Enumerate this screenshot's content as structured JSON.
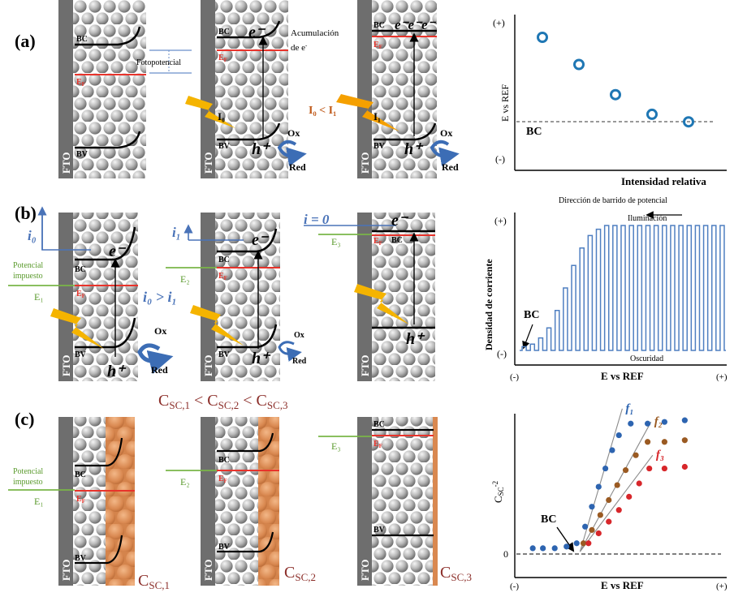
{
  "colors": {
    "fto": "#6e6e6e",
    "ball": "#b5b5b5",
    "ball_light": "#f2f2f2",
    "ball_dark": "#6a6a6a",
    "fermi": "#e8332b",
    "potential": "#7ab648",
    "current": "#4a73b8",
    "dot_blue": "#2d64b0",
    "dot_brown": "#9a5a22",
    "dot_red": "#d7262a",
    "electrolyte": "#d88a4e",
    "capacitance_text": "#8b2d28",
    "scatter_marker": "#1f77b4",
    "arrow": "#3c6db5",
    "flash": "#f5b400"
  },
  "panel_a": {
    "label": "(a)",
    "fto": "FTO",
    "bc": "BC",
    "bv": "BV",
    "ef": "E",
    "ef_sub": "F",
    "photopotential": "Fotopotencial",
    "accumulation_1": "Acumulación",
    "accumulation_2": "de e",
    "intensity_relation": "I₀ < I₁",
    "i0": "I₀",
    "i1": "I₁",
    "electron": "e⁻",
    "electrons": "e⁻e⁻e⁻",
    "hole": "h⁺",
    "ox": "Ox",
    "red": "Red"
  },
  "panel_b": {
    "label": "(b)",
    "i0_label": "i₀",
    "i1_label": "i₁",
    "i_zero": "i = 0",
    "potential_imposed_1": "Potencial",
    "potential_imposed_2": "impuesto",
    "e1": "E₁",
    "e2": "E₂",
    "e3": "E₃",
    "i_relation": "i₀ > i₁",
    "ox": "Ox",
    "red": "Red",
    "hole": "h⁺",
    "electron": "e⁻",
    "bc": "BC",
    "bv": "BV",
    "fto": "FTO"
  },
  "panel_c": {
    "label": "(c)",
    "capacitance_relation": "C<tspan>SC,1</tspan> < C<tspan>SC,2</tspan> < C<tspan>SC,3</tspan>",
    "csc_relation_text": "CSC,1 < CSC,2 < CSC,3",
    "csc1": "C",
    "csc1_sub": "SC,1",
    "csc2": "C",
    "csc2_sub": "SC,2",
    "csc3": "C",
    "csc3_sub": "SC,3",
    "potential_imposed_1": "Potencial",
    "potential_imposed_2": "impuesto",
    "e1": "E₁",
    "e2": "E₂",
    "e3": "E₃",
    "bc": "BC",
    "bv": "BV",
    "fto": "FTO"
  },
  "chart_data": [
    {
      "type": "scatter",
      "ylabel": "E vs REF",
      "xlabel": "Intensidad relativa",
      "ytick_top": "(+)",
      "ytick_bottom": "(-)",
      "bc_label": "BC",
      "points": [
        {
          "x": 1,
          "y": 0.82
        },
        {
          "x": 2,
          "y": 0.64
        },
        {
          "x": 3,
          "y": 0.44
        },
        {
          "x": 4,
          "y": 0.31
        },
        {
          "x": 5,
          "y": 0.26
        }
      ],
      "bc_level": 0.24
    },
    {
      "type": "line",
      "ylabel": "Densidad de corriente",
      "xlabel": "E vs REF",
      "xtick_left": "(-)",
      "xtick_right": "(+)",
      "ytick_top": "(+)",
      "ytick_bottom": "(-)",
      "title": "Dirección de barrido de potencial",
      "illumination": "Iluminación",
      "darkness": "Oscuridad",
      "bc_label": "BC",
      "pulse_count": 25,
      "envelope": [
        0.03,
        0.05,
        0.1,
        0.18,
        0.32,
        0.5,
        0.68,
        0.82,
        0.92,
        0.97,
        1,
        1,
        1,
        1,
        1,
        1,
        1,
        1,
        1,
        1,
        1,
        1,
        1,
        1,
        1
      ]
    },
    {
      "type": "scatter",
      "ylabel": "Csc⁻²",
      "xlabel": "E vs REF",
      "xtick_left": "(-)",
      "xtick_right": "(+)",
      "zero_label": "0",
      "bc_label": "BC",
      "series": [
        {
          "name": "f1",
          "color": "dot_blue",
          "x": [
            0.02,
            0.08,
            0.15,
            0.22,
            0.28,
            0.33,
            0.37,
            0.41,
            0.45,
            0.49,
            0.53,
            0.6,
            0.7,
            0.8,
            0.92
          ],
          "y": [
            0.02,
            0.02,
            0.02,
            0.03,
            0.05,
            0.15,
            0.27,
            0.39,
            0.5,
            0.61,
            0.7,
            0.77,
            0.77,
            0.78,
            0.79
          ]
        },
        {
          "name": "f2",
          "color": "dot_brown",
          "x": [
            0.32,
            0.37,
            0.42,
            0.47,
            0.52,
            0.57,
            0.63,
            0.7,
            0.8,
            0.92
          ],
          "y": [
            0.05,
            0.13,
            0.22,
            0.31,
            0.4,
            0.49,
            0.58,
            0.66,
            0.66,
            0.67
          ]
        },
        {
          "name": "f3",
          "color": "dot_red",
          "x": [
            0.35,
            0.41,
            0.47,
            0.53,
            0.59,
            0.65,
            0.71,
            0.8,
            0.92
          ],
          "y": [
            0.05,
            0.11,
            0.18,
            0.25,
            0.33,
            0.41,
            0.5,
            0.5,
            0.51
          ]
        }
      ],
      "fit_labels": [
        "f₁",
        "f₂",
        "f₃"
      ]
    }
  ]
}
